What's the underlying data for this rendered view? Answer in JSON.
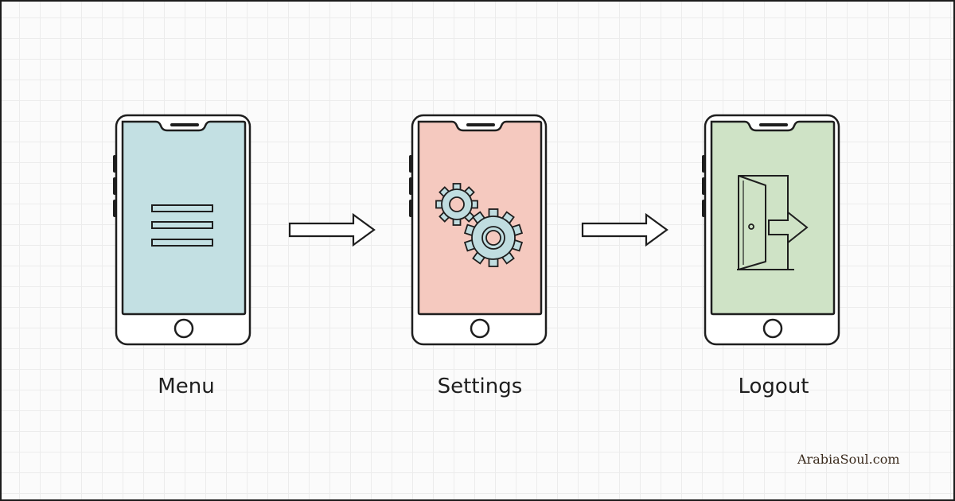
{
  "colors": {
    "outline": "#1e1e1e",
    "menu_screen": "#c3e0e3",
    "settings_screen": "#f5c9bf",
    "logout_screen": "#cfe3c6",
    "gear_fill": "#c0dde0"
  },
  "steps": [
    {
      "label": "Menu",
      "icon": "hamburger-menu-icon"
    },
    {
      "label": "Settings",
      "icon": "gears-icon"
    },
    {
      "label": "Logout",
      "icon": "door-exit-icon"
    }
  ],
  "connectors": [
    "arrow-right-icon",
    "arrow-right-icon"
  ],
  "watermark": "ArabiaSoul.com"
}
